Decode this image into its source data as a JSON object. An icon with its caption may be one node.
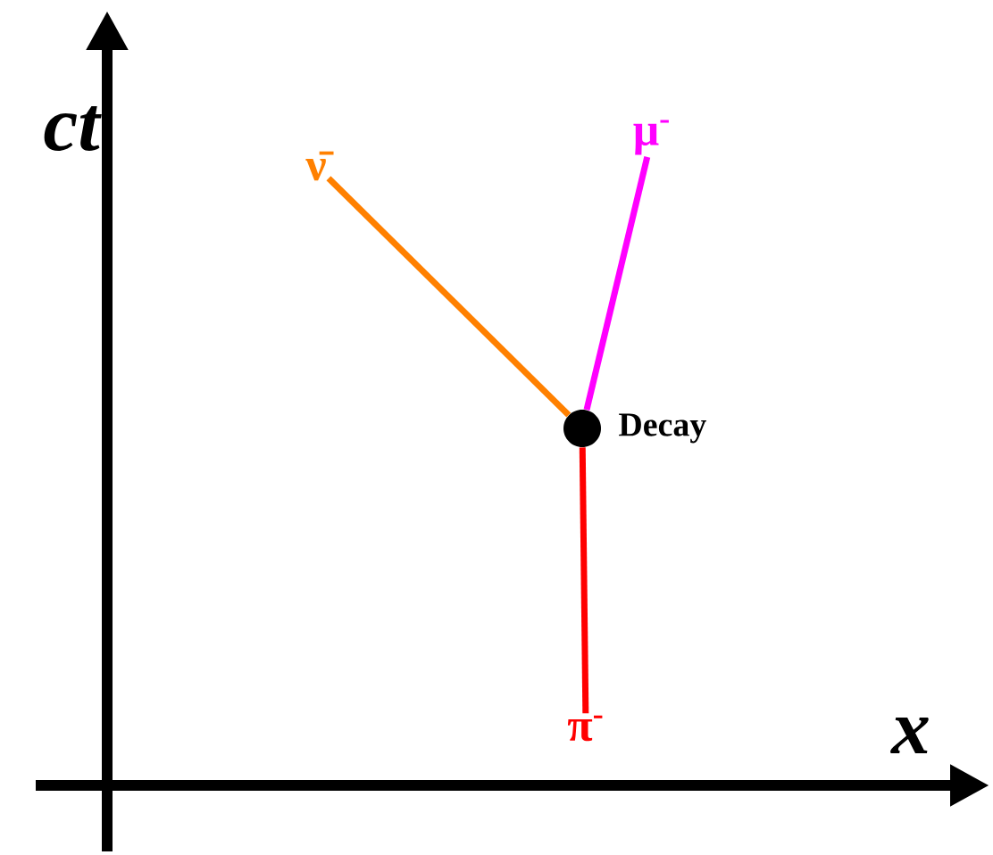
{
  "diagram": {
    "nodes": [
      {
        "text": [],
        "shape": "circle",
        "beside": [
          "Decay"
        ]
      },
      {
        "text": [
          "π$^{-}$"
        ]
      },
      {
        "text": [
          "ν̄"
        ]
      },
      {
        "text": [
          "μ$^{-}$"
        ]
      }
    ],
    "edges": [
      {
        "from": 1,
        "to": 0,
        "arrow": "none",
        "color": "#ff0000"
      },
      {
        "from": 0,
        "to": 2,
        "arrow": "none",
        "color": "#ff8000"
      },
      {
        "from": 0,
        "to": 3,
        "arrow": "none",
        "color": "#ff00ff"
      }
    ],
    "labels": [
      "ct",
      "x"
    ]
  }
}
